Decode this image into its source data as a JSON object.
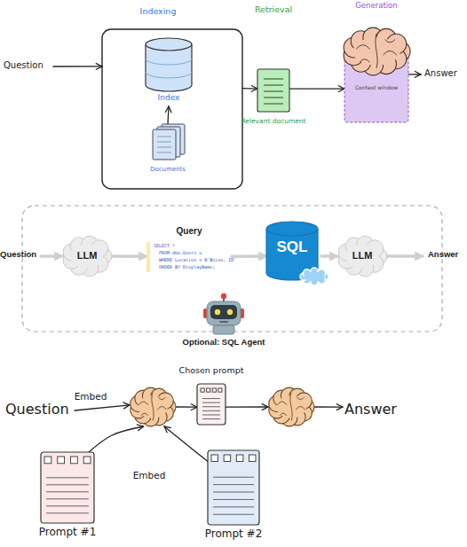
{
  "diagram": {
    "nodes": [
      {
        "text": [
          "Question"
        ]
      },
      {
        "text": [
          "Indexing"
        ]
      },
      {
        "text": [
          "Index"
        ],
        "in": 1
      },
      {
        "text": [
          "Documents"
        ],
        "in": 1
      },
      {
        "text": [
          "Retrieval",
          "Relevant document"
        ]
      },
      {
        "text": [
          "Generation",
          "Context window"
        ]
      },
      {
        "text": [
          "Answer"
        ]
      },
      {
        "text": [
          "Question"
        ]
      },
      {
        "text": [
          "LLM"
        ]
      },
      {
        "text": [
          "Query",
          "SELECT *",
          "FROM dbo.Users u",
          "WHERE Location = N'Boise, ID'",
          "ORDER BY DisplayName;"
        ]
      },
      {
        "text": [
          "SQL"
        ]
      },
      {
        "text": [
          "LLM"
        ]
      },
      {
        "text": [
          "Answer"
        ]
      },
      {
        "text": [
          "Question"
        ]
      },
      {
        "text": []
      },
      {
        "text": [
          "Chosen prompt"
        ]
      },
      {
        "text": []
      },
      {
        "text": [
          "Answer"
        ]
      },
      {
        "text": [
          "Prompt #1"
        ]
      },
      {
        "text": [
          "Prompt #2"
        ]
      }
    ],
    "edges": [
      {
        "from": 0,
        "to": 1,
        "arrow": "to"
      },
      {
        "from": 3,
        "to": 2,
        "arrow": "to"
      },
      {
        "from": 1,
        "to": 4,
        "arrow": "to"
      },
      {
        "from": 4,
        "to": 5,
        "arrow": "to"
      },
      {
        "from": 5,
        "to": 6,
        "arrow": "to"
      },
      {
        "from": 7,
        "to": 8,
        "arrow": "to"
      },
      {
        "from": 8,
        "to": 9,
        "arrow": "to"
      },
      {
        "from": 9,
        "to": 10,
        "arrow": "to"
      },
      {
        "from": 10,
        "to": 11,
        "arrow": "to"
      },
      {
        "from": 11,
        "to": 12,
        "arrow": "to"
      },
      {
        "from": 13,
        "to": 14,
        "label": "Embed",
        "arrow": "to"
      },
      {
        "from": 14,
        "to": 15,
        "arrow": "to"
      },
      {
        "from": 15,
        "to": 16,
        "arrow": "to"
      },
      {
        "from": 16,
        "to": 17,
        "arrow": "to"
      },
      {
        "from": 18,
        "to": 14,
        "label": "Embed",
        "arrow": "to"
      },
      {
        "from": 19,
        "to": 14,
        "arrow": "to"
      }
    ],
    "labels": [
      "Optional: SQL Agent"
    ]
  }
}
